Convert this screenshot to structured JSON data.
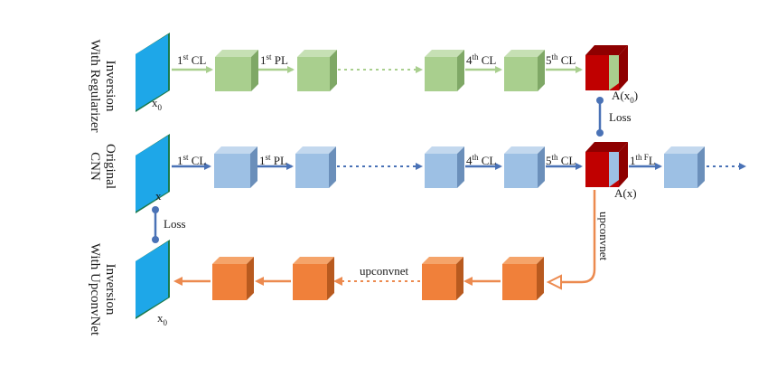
{
  "row_labels": {
    "top": [
      "Inversion",
      "With Regularizer"
    ],
    "middle": [
      "Original",
      "CNN"
    ],
    "bottom": [
      "Inversion",
      "With UpconvNet"
    ]
  },
  "inputs": {
    "top": {
      "main": "x",
      "sub": "0"
    },
    "middle": {
      "main": "x"
    },
    "bottom": {
      "main": "x",
      "sub": "0"
    }
  },
  "top_edges": [
    {
      "pre": "1",
      "sup": "st",
      "post": " CL"
    },
    {
      "pre": "1",
      "sup": "st",
      "post": " PL"
    },
    {
      "pre": "4",
      "sup": "th",
      "post": " CL"
    },
    {
      "pre": "5",
      "sup": "th",
      "post": " CL"
    }
  ],
  "middle_edges": [
    {
      "pre": "1",
      "sup": "st",
      "post": " CL"
    },
    {
      "pre": "1",
      "sup": "st",
      "post": " PL"
    },
    {
      "pre": "4",
      "sup": "th",
      "post": " CL"
    },
    {
      "pre": "5",
      "sup": "th",
      "post": " CL"
    },
    {
      "pre": "1",
      "sup": "th F",
      "post": "L"
    }
  ],
  "feature_labels": {
    "top": {
      "pre": "A(x",
      "sub": "0",
      "post": ")"
    },
    "middle": "A(x)"
  },
  "loss_labels": {
    "upper": "Loss",
    "lower": "Loss"
  },
  "upconv_labels": {
    "vertical": "upconvnet",
    "horizontal": "upconvnet"
  },
  "colors": {
    "input_face": "#1ea7e8",
    "input_side": "#1b7a4e",
    "green_front": "#a9cf8e",
    "green_side": "#7fa866",
    "green_top": "#c6e0b4",
    "blue_front": "#9dc0e4",
    "blue_side": "#6b8fba",
    "blue_top": "#c3d8ee",
    "orange_front": "#f0803a",
    "orange_side": "#b85a1f",
    "orange_top": "#f5a46a",
    "red": "#c00000",
    "red_dark": "#8e0000",
    "arrow_green": "#a9cf8e",
    "arrow_blue": "#4a72b6",
    "arrow_orange": "#ec8a4f",
    "loss_line": "#4a72b6"
  }
}
